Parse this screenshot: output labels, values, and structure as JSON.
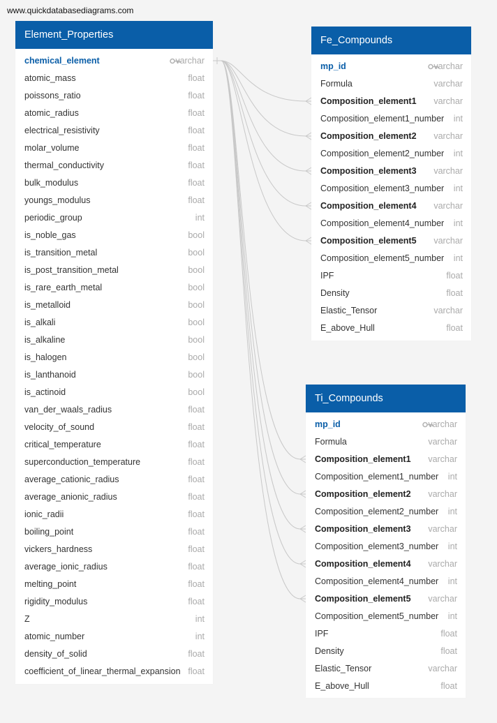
{
  "watermark": "www.quickdatabasediagrams.com",
  "colors": {
    "header": "#0a5ea8",
    "link": "#c8c8c8",
    "type_text": "#aaaaaa"
  },
  "tables": {
    "element_properties": {
      "title": "Element_Properties",
      "fields": [
        {
          "name": "chemical_element",
          "type": "varchar",
          "pk": true
        },
        {
          "name": "atomic_mass",
          "type": "float"
        },
        {
          "name": "poissons_ratio",
          "type": "float"
        },
        {
          "name": "atomic_radius",
          "type": "float"
        },
        {
          "name": "electrical_resistivity",
          "type": "float"
        },
        {
          "name": "molar_volume",
          "type": "float"
        },
        {
          "name": "thermal_conductivity",
          "type": "float"
        },
        {
          "name": "bulk_modulus",
          "type": "float"
        },
        {
          "name": "youngs_modulus",
          "type": "float"
        },
        {
          "name": "periodic_group",
          "type": "int"
        },
        {
          "name": "is_noble_gas",
          "type": "bool"
        },
        {
          "name": "is_transition_metal",
          "type": "bool"
        },
        {
          "name": "is_post_transition_metal",
          "type": "bool"
        },
        {
          "name": "is_rare_earth_metal",
          "type": "bool"
        },
        {
          "name": "is_metalloid",
          "type": "bool"
        },
        {
          "name": "is_alkali",
          "type": "bool"
        },
        {
          "name": "is_alkaline",
          "type": "bool"
        },
        {
          "name": "is_halogen",
          "type": "bool"
        },
        {
          "name": "is_lanthanoid",
          "type": "bool"
        },
        {
          "name": "is_actinoid",
          "type": "bool"
        },
        {
          "name": "van_der_waals_radius",
          "type": "float"
        },
        {
          "name": "velocity_of_sound",
          "type": "float"
        },
        {
          "name": "critical_temperature",
          "type": "float"
        },
        {
          "name": "superconduction_temperature",
          "type": "float"
        },
        {
          "name": "average_cationic_radius",
          "type": "float"
        },
        {
          "name": "average_anionic_radius",
          "type": "float"
        },
        {
          "name": "ionic_radii",
          "type": "float"
        },
        {
          "name": "boiling_point",
          "type": "float"
        },
        {
          "name": "vickers_hardness",
          "type": "float"
        },
        {
          "name": "average_ionic_radius",
          "type": "float"
        },
        {
          "name": "melting_point",
          "type": "float"
        },
        {
          "name": "rigidity_modulus",
          "type": "float"
        },
        {
          "name": "Z",
          "type": "int"
        },
        {
          "name": "atomic_number",
          "type": "int"
        },
        {
          "name": "density_of_solid",
          "type": "float"
        },
        {
          "name": "coefficient_of_linear_thermal_expansion",
          "type": "float"
        }
      ]
    },
    "fe_compounds": {
      "title": "Fe_Compounds",
      "fields": [
        {
          "name": "mp_id",
          "type": "varchar",
          "pk": true
        },
        {
          "name": "Formula",
          "type": "varchar"
        },
        {
          "name": "Composition_element1",
          "type": "varchar",
          "fk": true
        },
        {
          "name": "Composition_element1_number",
          "type": "int"
        },
        {
          "name": "Composition_element2",
          "type": "varchar",
          "fk": true
        },
        {
          "name": "Composition_element2_number",
          "type": "int"
        },
        {
          "name": "Composition_element3",
          "type": "varchar",
          "fk": true
        },
        {
          "name": "Composition_element3_number",
          "type": "int"
        },
        {
          "name": "Composition_element4",
          "type": "varchar",
          "fk": true
        },
        {
          "name": "Composition_element4_number",
          "type": "int"
        },
        {
          "name": "Composition_element5",
          "type": "varchar",
          "fk": true
        },
        {
          "name": "Composition_element5_number",
          "type": "int"
        },
        {
          "name": "IPF",
          "type": "float"
        },
        {
          "name": "Density",
          "type": "float"
        },
        {
          "name": "Elastic_Tensor",
          "type": "varchar"
        },
        {
          "name": "E_above_Hull",
          "type": "float"
        }
      ]
    },
    "ti_compounds": {
      "title": "Ti_Compounds",
      "fields": [
        {
          "name": "mp_id",
          "type": "varchar",
          "pk": true
        },
        {
          "name": "Formula",
          "type": "varchar"
        },
        {
          "name": "Composition_element1",
          "type": "varchar",
          "fk": true
        },
        {
          "name": "Composition_element1_number",
          "type": "int"
        },
        {
          "name": "Composition_element2",
          "type": "varchar",
          "fk": true
        },
        {
          "name": "Composition_element2_number",
          "type": "int"
        },
        {
          "name": "Composition_element3",
          "type": "varchar",
          "fk": true
        },
        {
          "name": "Composition_element3_number",
          "type": "int"
        },
        {
          "name": "Composition_element4",
          "type": "varchar",
          "fk": true
        },
        {
          "name": "Composition_element4_number",
          "type": "int"
        },
        {
          "name": "Composition_element5",
          "type": "varchar",
          "fk": true
        },
        {
          "name": "Composition_element5_number",
          "type": "int"
        },
        {
          "name": "IPF",
          "type": "float"
        },
        {
          "name": "Density",
          "type": "float"
        },
        {
          "name": "Elastic_Tensor",
          "type": "varchar"
        },
        {
          "name": "E_above_Hull",
          "type": "float"
        }
      ]
    }
  }
}
